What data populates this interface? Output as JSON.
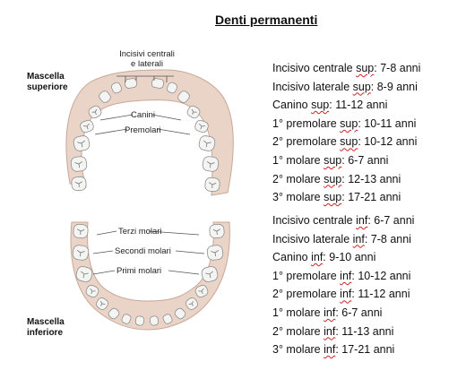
{
  "title": "Denti permanenti",
  "diagram": {
    "upper_jaw_label": [
      "Mascella",
      "superiore"
    ],
    "lower_jaw_label": [
      "Mascella",
      "inferiore"
    ],
    "labels": {
      "incisors": [
        "Incisivi centrali",
        "e laterali"
      ],
      "canines": "Canini",
      "premolars": "Premolari",
      "third_molars": "Terzi molari",
      "second_molars": "Secondi molari",
      "first_molars": "Primi molari"
    },
    "colors": {
      "gum": "#e9d4c7",
      "gum_edge": "#c9a898",
      "tooth": "#f4f4f2",
      "tooth_edge": "#8f8f8f"
    }
  },
  "upper_list": [
    {
      "pre": "Incisivo centrale ",
      "sq": "sup",
      "post": ": 7-8 anni"
    },
    {
      "pre": "Incisivo laterale ",
      "sq": "sup",
      "post": ": 8-9 anni"
    },
    {
      "pre": "Canino ",
      "sq": "sup",
      "post": ": 11-12 anni"
    },
    {
      "pre": "1° premolare ",
      "sq": "sup",
      "post": ": 10-11 anni"
    },
    {
      "pre": "2° premolare ",
      "sq": "sup",
      "post": ": 10-12 anni"
    },
    {
      "pre": "1° molare ",
      "sq": "sup",
      "post": ": 6-7 anni"
    },
    {
      "pre": "2° molare ",
      "sq": "sup",
      "post": ": 12-13 anni"
    },
    {
      "pre": "3° molare ",
      "sq": "sup",
      "post": ": 17-21 anni"
    }
  ],
  "lower_list": [
    {
      "pre": "Incisivo centrale ",
      "sq": "inf",
      "post": ": 6-7 anni"
    },
    {
      "pre": "Incisivo laterale ",
      "sq": "inf",
      "post": ": 7-8 anni"
    },
    {
      "pre": "Canino ",
      "sq": "inf",
      "post": ": 9-10 anni"
    },
    {
      "pre": "1° premolare ",
      "sq": "inf",
      "post": ": 10-12 anni"
    },
    {
      "pre": "2° premolare ",
      "sq": "inf",
      "post": ": 11-12 anni"
    },
    {
      "pre": "1° molare ",
      "sq": "inf",
      "post": ": 6-7 anni"
    },
    {
      "pre": "2° molare ",
      "sq": "inf",
      "post": ": 11-13 anni"
    },
    {
      "pre": "3° molare ",
      "sq": "inf",
      "post": ": 17-21 anni"
    }
  ]
}
